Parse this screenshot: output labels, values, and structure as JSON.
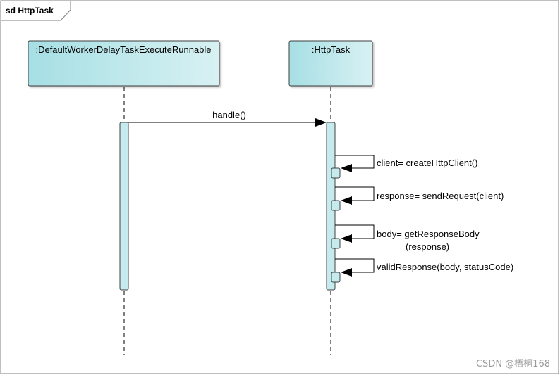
{
  "frame": {
    "label": "sd HttpTask"
  },
  "lifelines": [
    {
      "name": ":DefaultWorkerDelayTaskExecuteRunnable"
    },
    {
      "name": ":HttpTask"
    }
  ],
  "messages": [
    {
      "label": "handle()",
      "kind": "sync-call"
    },
    {
      "label": "client= createHttpClient()",
      "kind": "self-call"
    },
    {
      "label": "response= sendRequest(client)",
      "kind": "self-call"
    },
    {
      "label_line1": "body= getResponseBody",
      "label_line2": "(response)",
      "kind": "self-call"
    },
    {
      "label": "validResponse(body, statusCode)",
      "kind": "self-call"
    }
  ],
  "watermark": "CSDN @梧桐168",
  "colors": {
    "lifeline_head_start": "#a8e0e4",
    "lifeline_head_end": "#d6f0f2",
    "activation_fill": "#c6ebef",
    "stroke": "#000000",
    "border": "#7f7f7f"
  }
}
